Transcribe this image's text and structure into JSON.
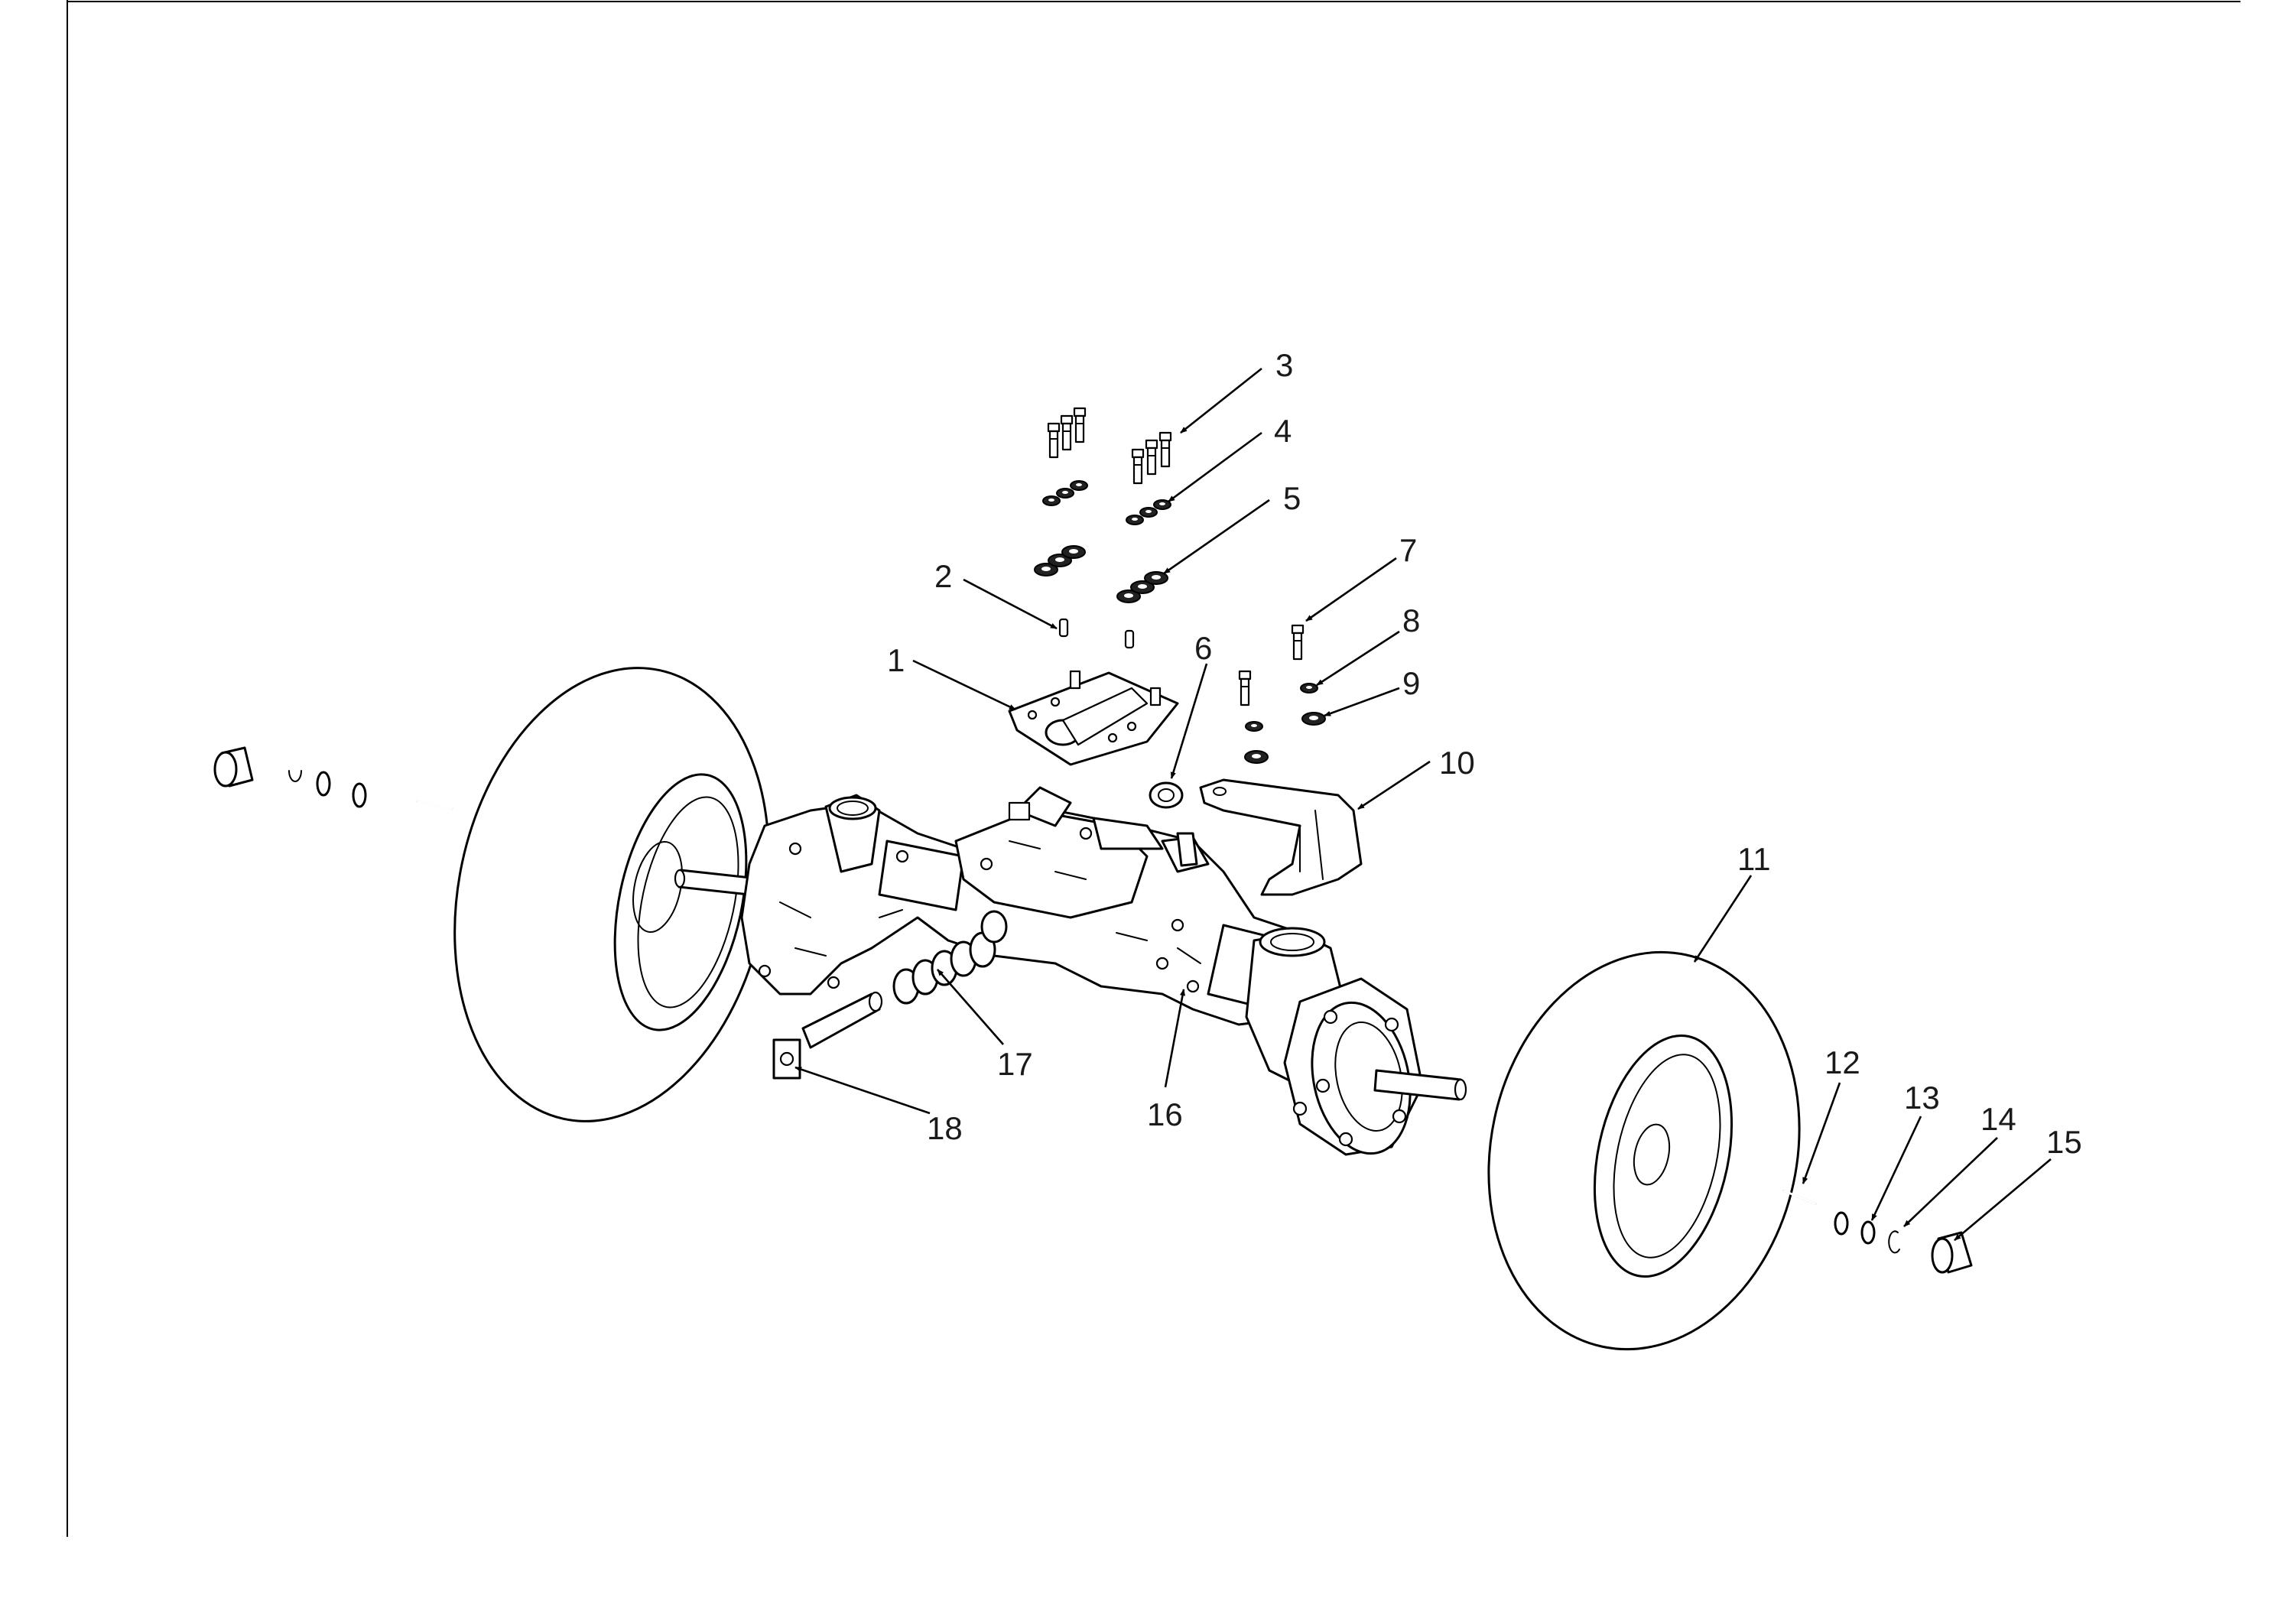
{
  "diagram": {
    "type": "exploded-parts-view",
    "callouts": [
      {
        "id": "1",
        "label": "1"
      },
      {
        "id": "2",
        "label": "2"
      },
      {
        "id": "3",
        "label": "3"
      },
      {
        "id": "4",
        "label": "4"
      },
      {
        "id": "5",
        "label": "5"
      },
      {
        "id": "6",
        "label": "6"
      },
      {
        "id": "7",
        "label": "7"
      },
      {
        "id": "8",
        "label": "8"
      },
      {
        "id": "9",
        "label": "9"
      },
      {
        "id": "10",
        "label": "10"
      },
      {
        "id": "11",
        "label": "11"
      },
      {
        "id": "12",
        "label": "12"
      },
      {
        "id": "13",
        "label": "13"
      },
      {
        "id": "14",
        "label": "14"
      },
      {
        "id": "15",
        "label": "15"
      },
      {
        "id": "16",
        "label": "16"
      },
      {
        "id": "17",
        "label": "17"
      },
      {
        "id": "18",
        "label": "18"
      }
    ]
  }
}
